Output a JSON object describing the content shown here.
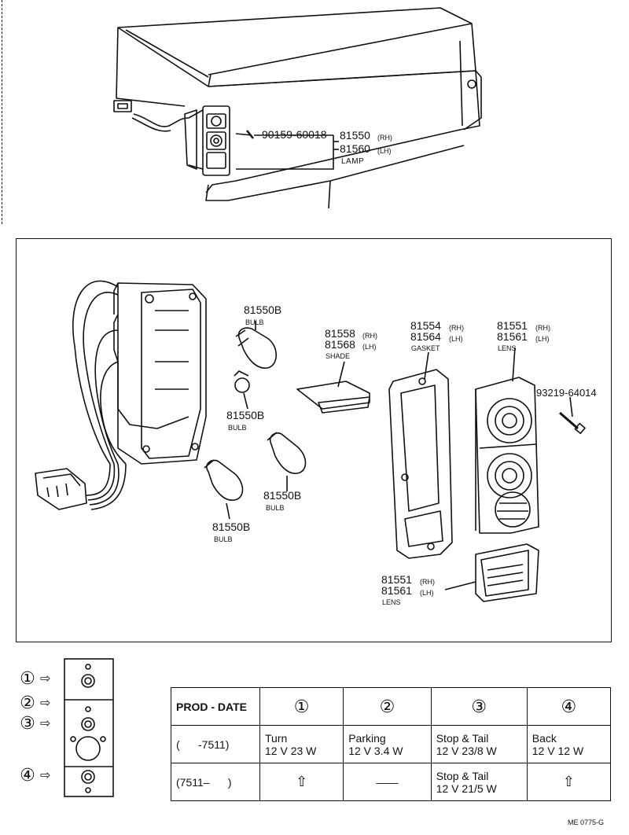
{
  "top": {
    "bolt_part": "90159-60018",
    "lamp_rh": "81550",
    "lamp_rh_side": "(RH)",
    "lamp_lh": "81560",
    "lamp_lh_side": "(LH)",
    "lamp_word": "LAMP"
  },
  "detail": {
    "bulb_top": {
      "part": "81550B",
      "word": "BULB"
    },
    "bulb_small": {
      "part": "81550B",
      "word": "BULB"
    },
    "bulb_mid": {
      "part": "81550B",
      "word": "BULB"
    },
    "bulb_low": {
      "part": "81550B",
      "word": "BULB"
    },
    "shade": {
      "rh": "81558",
      "rh_side": "(RH)",
      "lh": "81568",
      "lh_side": "(LH)",
      "word": "SHADE"
    },
    "gasket": {
      "rh": "81554",
      "rh_side": "(RH)",
      "lh": "81564",
      "lh_side": "(LH)",
      "word": "GASKET"
    },
    "lens_upper": {
      "rh": "81551",
      "rh_side": "(RH)",
      "lh": "81561",
      "lh_side": "(LH)",
      "word": "LENS"
    },
    "screw": "93219-64014",
    "lens_lower": {
      "rh": "81551",
      "rh_side": "(RH)",
      "lh": "81561",
      "lh_side": "(LH)",
      "word": "LENS"
    }
  },
  "callouts": [
    {
      "n": "①",
      "arrow": "⇨"
    },
    {
      "n": "②",
      "arrow": "⇨"
    },
    {
      "n": "③",
      "arrow": "⇨"
    },
    {
      "n": "④",
      "arrow": "⇨"
    }
  ],
  "table": {
    "header": [
      "PROD - DATE",
      "①",
      "②",
      "③",
      "④"
    ],
    "rows": [
      {
        "date": "(      -7511)",
        "c1a": "Turn",
        "c1b": "12 V 23 W",
        "c2a": "Parking",
        "c2b": "12 V 3.4 W",
        "c3a": "Stop & Tail",
        "c3b": "12 V 23/8 W",
        "c4a": "Back",
        "c4b": "12 V 12 W"
      },
      {
        "date": "(7511–      )",
        "c1": "⇧",
        "c2": "——",
        "c3a": "Stop & Tail",
        "c3b": "12 V 21/5 W",
        "c4": "⇧"
      }
    ]
  },
  "footer_code": "ME 0775-G"
}
